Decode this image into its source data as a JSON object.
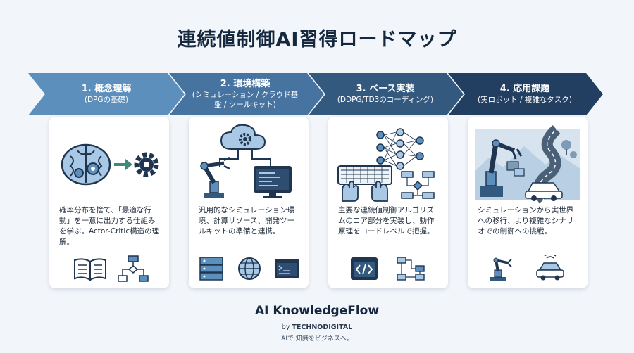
{
  "title": "連続値制御AI習得ロードマップ",
  "steps": [
    {
      "title": "1. 概念理解",
      "sub": "(DPGの基礎)",
      "desc": "確率分布を捨て、「最適な行動」を一意に出力する仕組みを学ぶ。Actor-Critic構造の理解。"
    },
    {
      "title": "2. 環境構築",
      "sub": "(シミュレーション / クラウド基盤 / ツールキット)",
      "desc": "汎用的なシミュレーション環境、計算リソース、開発ツールキットの準備と連携。"
    },
    {
      "title": "3. ベース実装",
      "sub": "(DDPG/TD3のコーディング)",
      "desc": "主要な連続値制御アルゴリズムのコア部分を実装し、動作原理をコードレベルで把握。"
    },
    {
      "title": "4. 応用課題",
      "sub": "(実ロボット / 複雑なタスク)",
      "desc": "シミュレーションから実世界への移行、より複雑なシナリオでの制御への挑戦。"
    }
  ],
  "colors": [
    "#5d8fbd",
    "#46739f",
    "#33597f",
    "#223f62"
  ],
  "icons": {
    "step1": [
      "brain-icon",
      "arrow-right-icon",
      "gear-icon",
      "open-book-icon",
      "flowchart-icon"
    ],
    "step2": [
      "cloud-gear-icon",
      "robot-arm-icon",
      "monitor-icon",
      "server-icon",
      "globe-icon",
      "terminal-window-icon"
    ],
    "step3": [
      "keyboard-hands-icon",
      "neural-network-icon",
      "flowchart-icon",
      "code-window-icon",
      "flowchart-icon"
    ],
    "step4": [
      "robot-arm-road-scene-icon",
      "robot-arm-icon",
      "autonomous-car-icon"
    ]
  },
  "footer": {
    "brand": "AI KnowledgeFlow",
    "by_prefix": "by ",
    "by_company": "TECHNODIGITAL",
    "tagline": "AIで 知識をビジネスへ。"
  }
}
